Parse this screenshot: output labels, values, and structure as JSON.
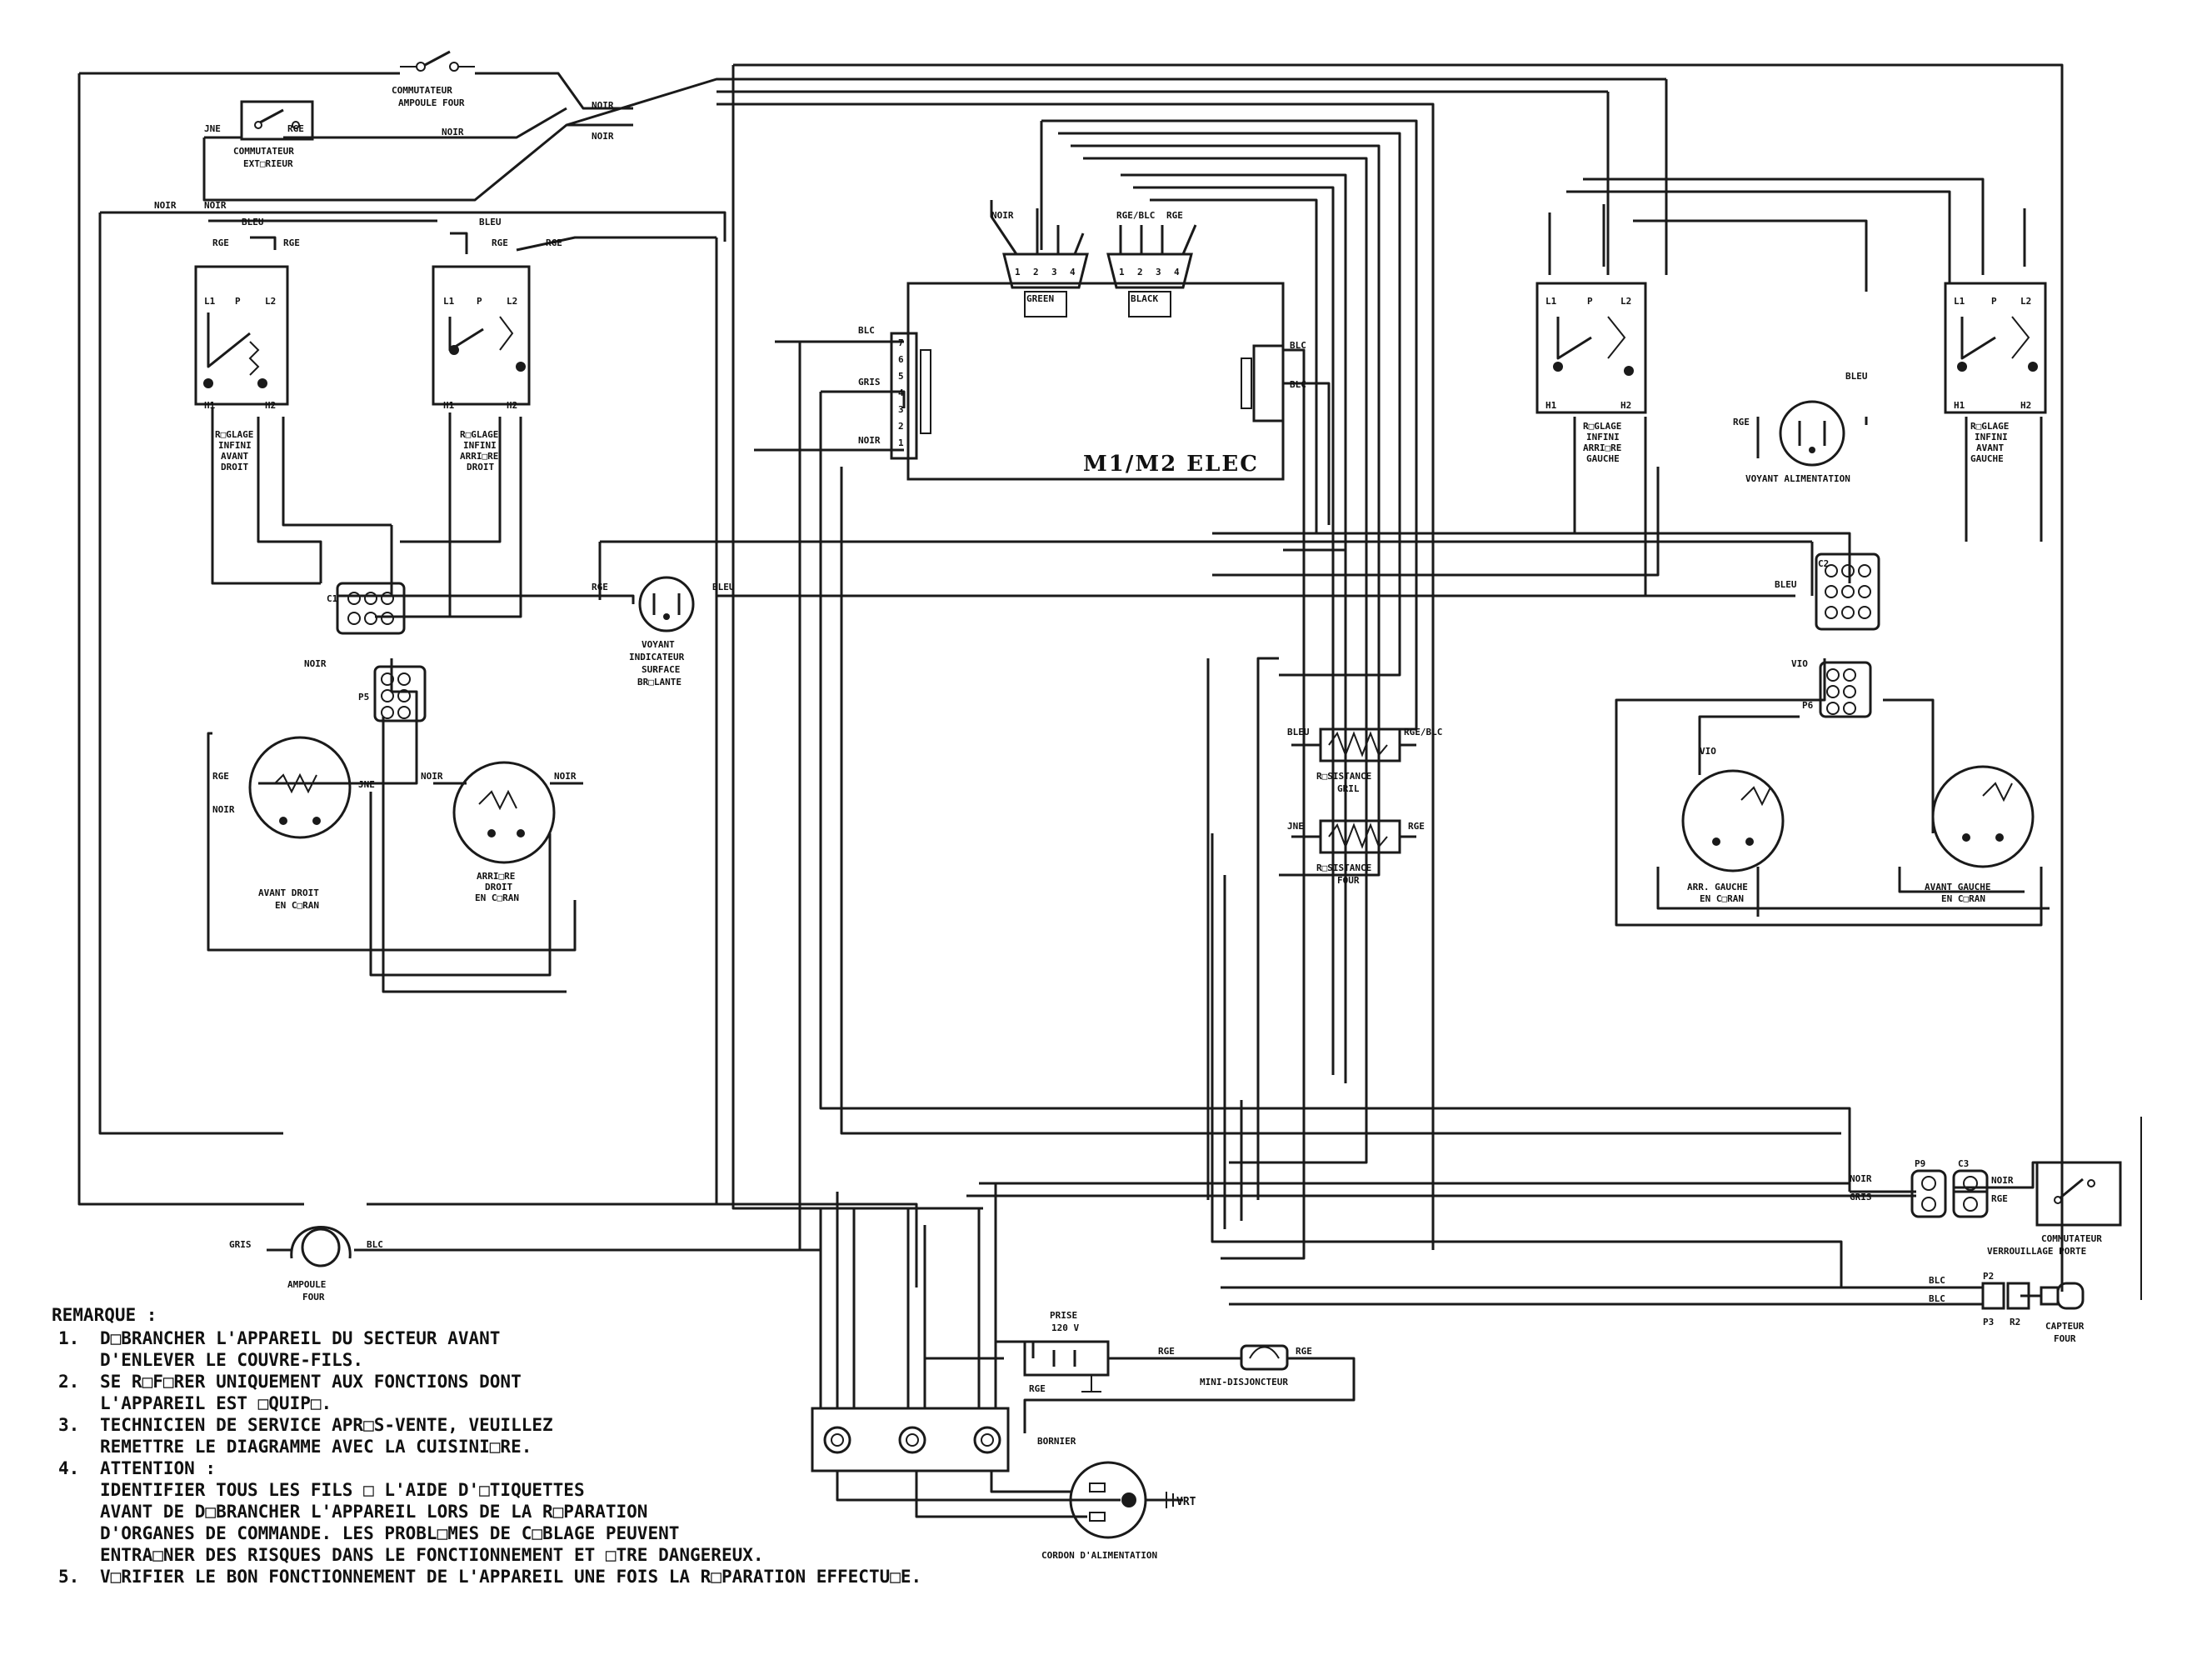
{
  "switches": {
    "oven_lamp_switch": [
      "COMMUTATEUR",
      "AMPOULE FOUR"
    ],
    "timer_switch": [
      "COMMUTATEUR",
      "EXT□RIEUR"
    ],
    "door_lock_switch": [
      "COMMUTATEUR",
      "VERROUILLAGE PORTE"
    ]
  },
  "controls": {
    "right_front": [
      "R□GLAGE",
      "INFINI",
      "AVANT",
      "DROIT"
    ],
    "right_rear": [
      "R□GLAGE",
      "INFINI",
      "ARRI□RE",
      "DROIT"
    ],
    "left_rear": [
      "R□GLAGE",
      "INFINI",
      "ARRI□RE",
      "GAUCHE"
    ],
    "left_front": [
      "R□GLAGE",
      "INFINI",
      "AVANT",
      "GAUCHE"
    ],
    "terminals": [
      "L1",
      "P",
      "L2",
      "H1",
      "H2"
    ]
  },
  "elements": {
    "right_front": [
      "AVANT DROIT",
      "EN C□RAN"
    ],
    "right_rear": [
      "ARRI□RE",
      "DROIT",
      "EN C□RAN"
    ],
    "left_rear": [
      "ARR. GAUCHE",
      "EN C□RAN"
    ],
    "left_front": [
      "AVANT GAUCHE",
      "EN C□RAN"
    ]
  },
  "lamps": {
    "surface_lamp": [
      "VOYANT",
      "INDICATEUR",
      "SURFACE",
      "BR□LANTE"
    ],
    "power_lamp": "VOYANT ALIMENTATION",
    "oven_bulb": [
      "AMPOULE",
      "FOUR"
    ]
  },
  "resistances": {
    "broil": [
      "R□SISTANCE",
      "GRIL"
    ],
    "bake": [
      "R□SISTANCE",
      "FOUR"
    ]
  },
  "board": {
    "title": "M1/M2 ELEC",
    "p1_pins": [
      "1",
      "2",
      "3",
      "4",
      "5",
      "6",
      "7"
    ],
    "p3_pins": [
      "1",
      "2",
      "3",
      "4"
    ],
    "p2_pins": [
      "1",
      "2",
      "3",
      "4"
    ],
    "header_green": "GREEN",
    "header_black": "BLACK"
  },
  "connectors": {
    "c1": "C1",
    "c2": "C2",
    "c3": "C3",
    "p2": "P2",
    "p5": "P5",
    "p6": "P6",
    "p9": "P9",
    "r2": "R2",
    "p3": "P3"
  },
  "power": {
    "outlet": [
      "PRISE",
      "120 V"
    ],
    "breaker": "MINI-DISJONCTEUR",
    "terminal_block": "BORNIER",
    "power_cord": "CORDON D'ALIMENTATION",
    "ground": "VRT",
    "oven_sensor": [
      "CAPTEUR",
      "FOUR"
    ]
  },
  "wires": {
    "noir": "NOIR",
    "rouge": "RGE",
    "jaune": "JNE",
    "bleu": "BLEU",
    "blanc": "BLC",
    "gris": "GRIS",
    "violet": "VIO",
    "rouge_blanc": "RGE/BLC"
  },
  "notes": {
    "title": "REMARQUE :",
    "items": [
      {
        "num": "1.",
        "lines": [
          "D□BRANCHER L'APPAREIL DU SECTEUR AVANT",
          "D'ENLEVER LE COUVRE-FILS."
        ]
      },
      {
        "num": "2.",
        "lines": [
          "SE R□F□RER UNIQUEMENT AUX FONCTIONS DONT",
          "L'APPAREIL EST □QUIP□."
        ]
      },
      {
        "num": "3.",
        "lines": [
          "TECHNICIEN DE SERVICE APR□S-VENTE, VEUILLEZ",
          "REMETTRE LE DIAGRAMME AVEC LA CUISINI□RE."
        ]
      },
      {
        "num": "4.",
        "lines": [
          "ATTENTION :",
          "IDENTIFIER TOUS LES FILS □ L'AIDE D'□TIQUETTES",
          "AVANT DE D□BRANCHER L'APPAREIL LORS DE LA R□PARATION",
          "D'ORGANES DE COMMANDE. LES PROBL□MES DE C□BLAGE PEUVENT",
          "ENTRA□NER DES RISQUES DANS LE FONCTIONNEMENT ET □TRE DANGEREUX."
        ]
      },
      {
        "num": "5.",
        "lines": [
          "V□RIFIER LE BON FONCTIONNEMENT DE L'APPAREIL UNE FOIS LA R□PARATION EFFECTU□E."
        ]
      }
    ]
  }
}
